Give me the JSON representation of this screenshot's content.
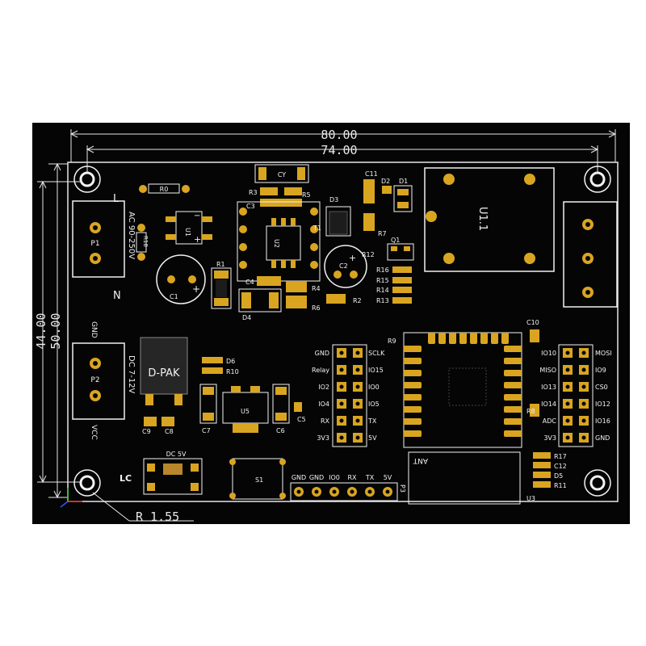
{
  "dimensions": {
    "width_outer": "80.00",
    "width_inner": "74.00",
    "height_outer": "50.00",
    "height_inner": "44.00",
    "radius": "R 1.55"
  },
  "labels": {
    "L": "L",
    "N": "N",
    "ac_input": "AC 90-250V",
    "gnd": "GND",
    "vcc": "VCC",
    "dc_input": "DC 7-12V",
    "dpak": "D-PAK",
    "dc5v": "DC 5V",
    "lc": "LC",
    "u11": "U1.1",
    "p1": "P1",
    "p2": "P2",
    "p3": "P3",
    "u1": "U1",
    "u2": "U2",
    "u3": "U3",
    "u5": "U5",
    "t1": "T1",
    "s1": "S1",
    "cy": "CY",
    "r0": "R0",
    "r1": "R1",
    "r2": "R2",
    "r3": "R3",
    "r4": "R4",
    "r5": "R5",
    "r6": "R6",
    "r7": "R7",
    "r8": "R8",
    "r9": "R9",
    "r10": "R10",
    "r11": "R11",
    "r12": "R12",
    "r13": "R13",
    "r14": "R14",
    "r15": "R15",
    "r16": "R16",
    "r17": "R17",
    "r18": "R18",
    "c1": "C1",
    "c2": "C2",
    "c3": "C3",
    "c4": "C4",
    "c5": "C5",
    "c6": "C6",
    "c7": "C7",
    "c8": "C8",
    "c9": "C9",
    "c10": "C10",
    "c11": "C11",
    "c12": "C12",
    "d1": "D1",
    "d2": "D2",
    "d3": "D3",
    "d4": "D4",
    "d5": "D5",
    "d6": "D6",
    "q1": "Q1",
    "ant": "ANT",
    "plus": "+",
    "minus": "−"
  },
  "left_header_pins": [
    "GND",
    "Relay",
    "IO2",
    "IO4",
    "RX",
    "3V3"
  ],
  "mid_header_pins": [
    "SCLK",
    "IO15",
    "IO0",
    "IO5",
    "TX",
    "5V"
  ],
  "spi_left_pins": [
    "IO10",
    "MISO",
    "IO13",
    "IO14",
    "ADC",
    "3V3"
  ],
  "spi_right_pins": [
    "MOSI",
    "IO9",
    "CS0",
    "IO12",
    "IO16",
    "GND"
  ],
  "uart_header_pins": [
    "GND",
    "GND",
    "IO0",
    "RX",
    "TX",
    "5V"
  ],
  "colors": {
    "board": "#050505",
    "silk": "#f2f2f2",
    "gold": "#d9a520",
    "gold_dark": "#a87a14",
    "component": "#202020"
  }
}
